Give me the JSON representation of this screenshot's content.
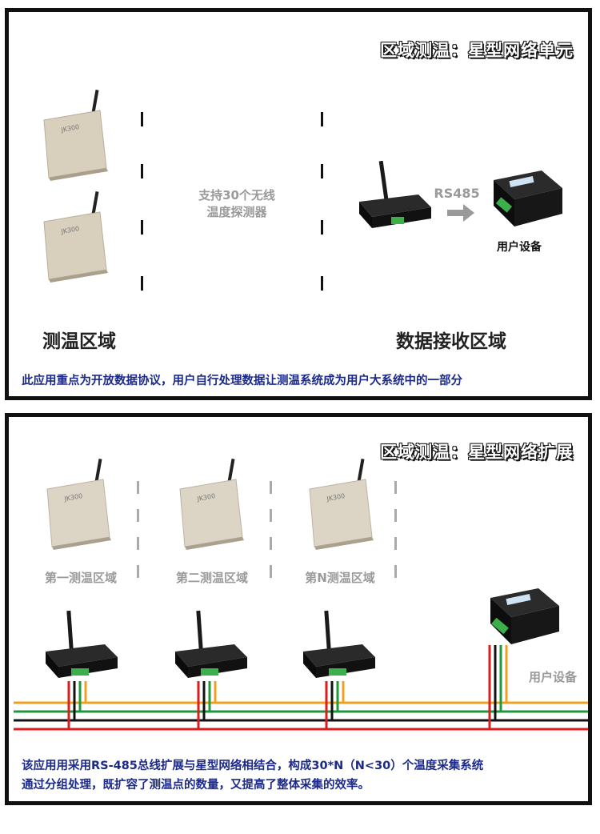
{
  "panel1": {
    "badge": "区域测温：星型网络单元",
    "support_text_line1": "支持30个无线",
    "support_text_line2": "温度探测器",
    "rs485_label": "RS485",
    "user_device_label": "用户设备",
    "region_left": "测温区域",
    "region_right": "数据接收区域",
    "caption": "此应用重点为开放数据协议，用户自行处理数据让测温系统成为用户大系统中的一部分",
    "sensor_model": "JK300"
  },
  "panel2": {
    "badge": "区域测温：星型网络扩展",
    "zones": [
      "第一测温区域",
      "第二测温区域",
      "第N测温区域"
    ],
    "user_device_label": "用户设备",
    "caption_line1": "该应用用采用RS-485总线扩展与星型网络相结合，构成30*N（N<30）个温度采集系统",
    "caption_line2": "通过分组处理，既扩容了测温点的数量，又提高了整体采集的效率。",
    "sensor_model": "JK300"
  },
  "colors": {
    "wire_orange": "#f0a020",
    "wire_green": "#1e9a3c",
    "wire_black": "#111111",
    "wire_red": "#d81e1e",
    "caption_blue": "#1b2a8a"
  }
}
